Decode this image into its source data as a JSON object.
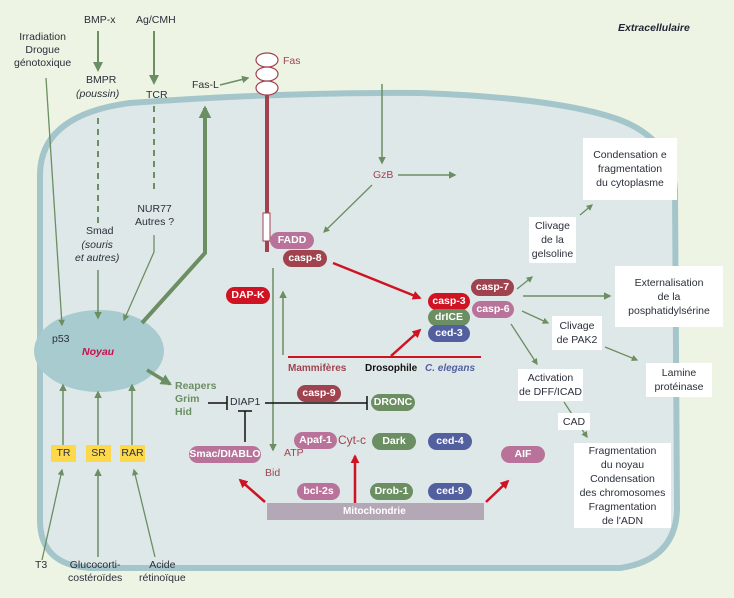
{
  "title_region": "Extracellulaire",
  "colors": {
    "background": "#eef4e4",
    "cell_fill": "#dfe8e8",
    "membrane": "#a4c6cb",
    "nucleus": "#a8cbcf",
    "green_arrow": "#6b8e62",
    "red_arrow": "#cf1323",
    "fas_receptor": "#a0434f",
    "mammal_text": "#a0434f",
    "celegans_text": "#5360a0",
    "yellow_box": "#fcd84a",
    "mitochondrie_bar": "#b5a8b6"
  },
  "inputs": {
    "irradiation": [
      "Irradiation",
      "Drogue",
      "génotoxique"
    ],
    "bmp_x": "BMP-x",
    "ag_cmh": "Ag/CMH",
    "bmpr": "BMPR",
    "bmpr_species": "(poussin)",
    "tcr": "TCR",
    "fas_l": "Fas-L",
    "fas": "Fas",
    "t3": "T3",
    "glucocorticoides": [
      "Glucocorti-",
      "costéroïdes"
    ],
    "acide_retinoique": [
      "Acide",
      "rétinoïque"
    ]
  },
  "intracellular": {
    "smad": "Smad",
    "smad_species": [
      "(souris",
      "et autres)"
    ],
    "nur77": [
      "NUR77",
      "Autres ?"
    ],
    "p53": "p53",
    "noyau": "Noyau",
    "gzb": "GzB",
    "receptors": [
      "TR",
      "SR",
      "RAR"
    ],
    "reapers": [
      "Reapers",
      "Grim",
      "Hid"
    ],
    "diap1": "DIAP1",
    "atp": "ATP",
    "bid": "Bid",
    "cyt_c": "Cyt-c"
  },
  "proteins": {
    "fadd": "FADD",
    "casp8": "casp-8",
    "dapk": "DAP-K",
    "casp3": "casp-3",
    "drice": "drICE",
    "ced3": "ced-3",
    "casp7": "casp-7",
    "casp6": "casp-6",
    "casp9": "casp-9",
    "dronc": "DRONC",
    "apaf1": "Apaf-1",
    "dark": "Dark",
    "ced4": "ced-4",
    "smac": "Smac/DIABLO",
    "bcl2s": "bcl-2s",
    "drob1": "Drob-1",
    "ced9": "ced-9",
    "aif": "AIF",
    "mitochondrie": "Mitochondrie"
  },
  "legend": {
    "mammiferes": "Mammifères",
    "drosophile": "Drosophile",
    "celegans": "C. elegans"
  },
  "outcomes": {
    "condensation_cyto": [
      "Condensation e",
      "fragmentation",
      "du cytoplasme"
    ],
    "gelsoline": [
      "Clivage",
      "de la",
      "gelsoline"
    ],
    "externalisation": [
      "Externalisation",
      "de la",
      "posphatidylsérine"
    ],
    "pak2": [
      "Clivage",
      "de PAK2"
    ],
    "lamine": [
      "Lamine",
      "protéinase"
    ],
    "dff": [
      "Activation",
      "de DFF/ICAD"
    ],
    "cad": "CAD",
    "fragmentation": [
      "Fragmentation",
      "du noyau",
      "Condensation",
      "des chromosomes",
      "Fragmentation",
      "de l'ADN"
    ]
  }
}
